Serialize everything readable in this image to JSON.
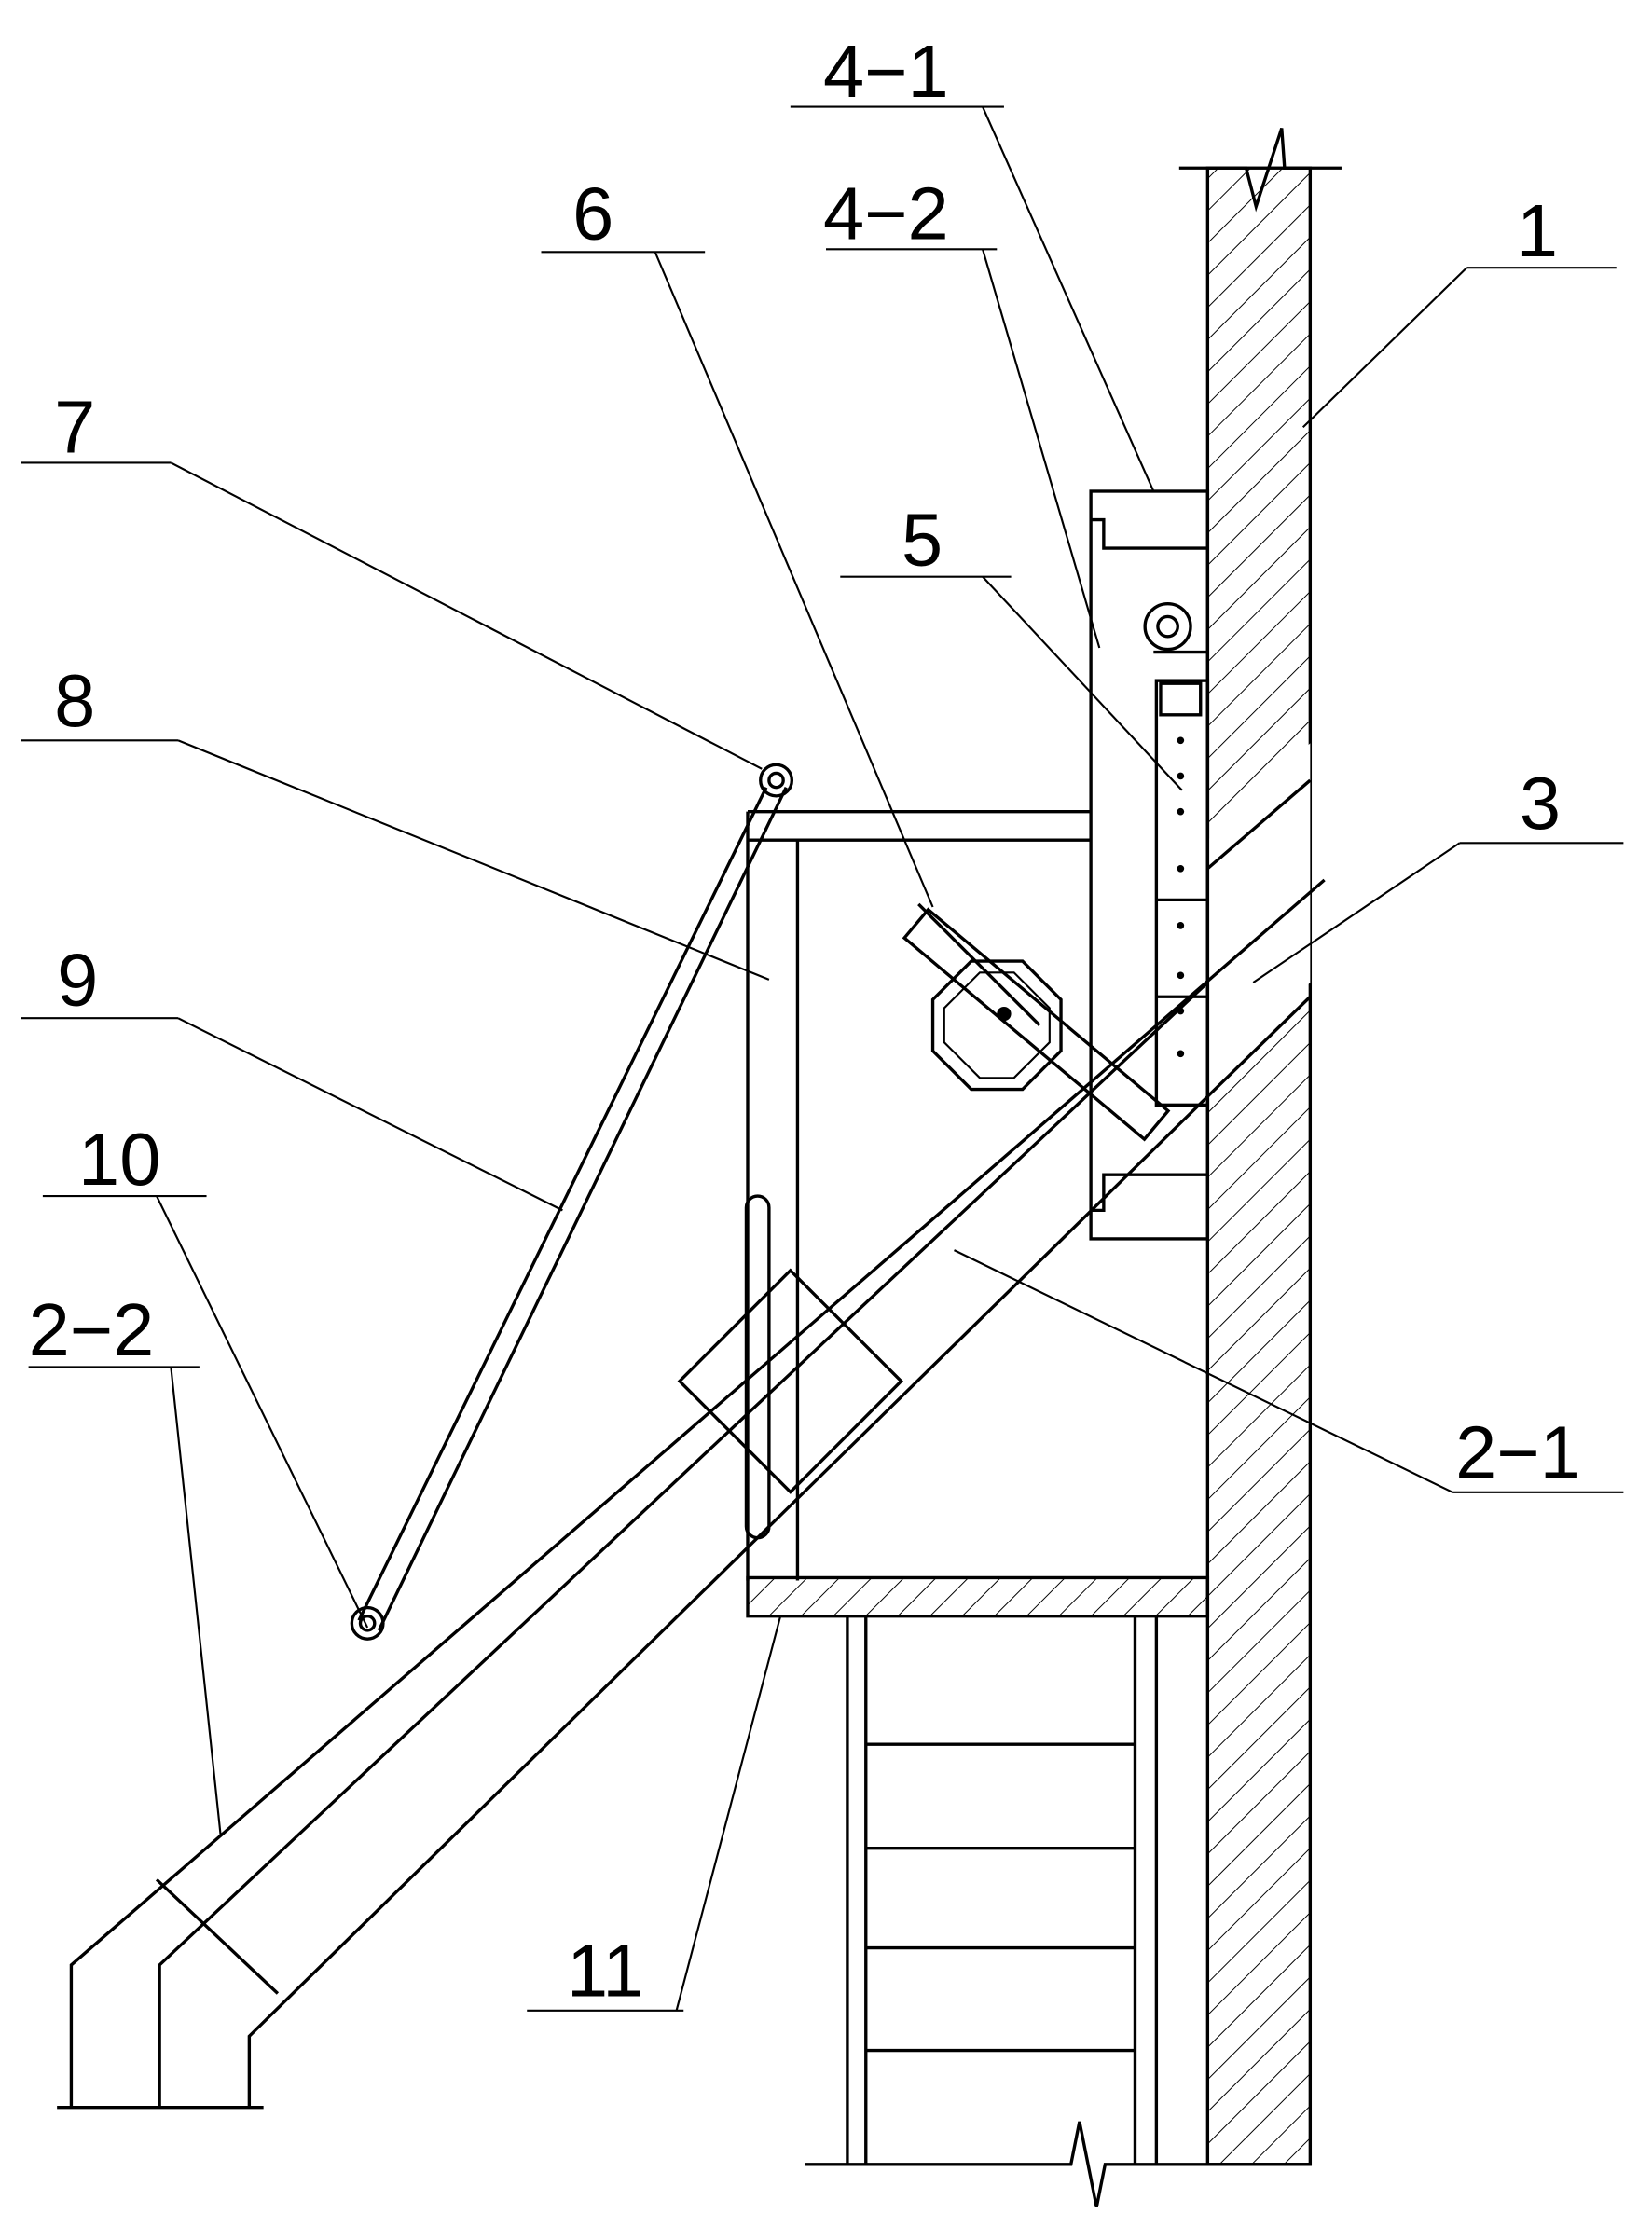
{
  "labels": {
    "l4_1": "4−1",
    "l4_2": "4−2",
    "l6": "6",
    "l1": "1",
    "l7": "7",
    "l5": "5",
    "l8": "8",
    "l3": "3",
    "l9": "9",
    "l10": "10",
    "l2_2": "2−2",
    "l2_1": "2−1",
    "l11": "11"
  }
}
